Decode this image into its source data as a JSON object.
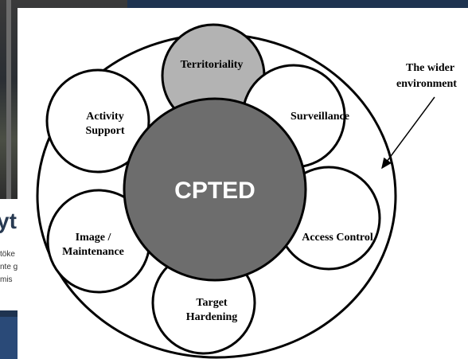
{
  "background": {
    "headline_fragment": "yt",
    "text_lines": [
      "töke",
      "nte g",
      "mis"
    ]
  },
  "diagram": {
    "center": "CPTED",
    "outer_label": [
      "The wider",
      "environment"
    ],
    "nodes": [
      {
        "id": "territoriality",
        "lines": [
          "Territoriality"
        ]
      },
      {
        "id": "surveillance",
        "lines": [
          "Surveillance"
        ]
      },
      {
        "id": "access-control",
        "lines": [
          "Access Control"
        ]
      },
      {
        "id": "target-hardening",
        "lines": [
          "Target",
          "Hardening"
        ]
      },
      {
        "id": "image-maintenance",
        "lines": [
          "Image /",
          "Maintenance"
        ]
      },
      {
        "id": "activity-support",
        "lines": [
          "Activity",
          "Support"
        ]
      }
    ],
    "colors": {
      "center_fill": "#6d6d6d",
      "highlight_fill": "#b3b3b3",
      "node_fill": "#ffffff",
      "stroke": "#000000"
    }
  }
}
